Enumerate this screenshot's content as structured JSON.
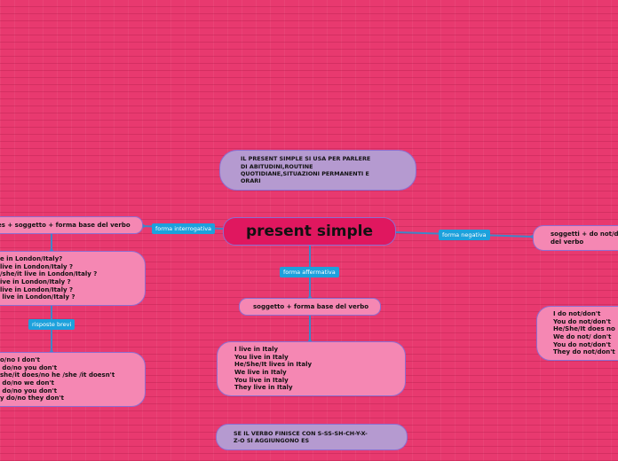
{
  "root": {
    "title": "present simple"
  },
  "info": {
    "text": "IL PRESENT SIMPLE SI USA PER PARLERE\nDI ABITUDINI,ROUTINE\nQUOTIDIANE,SITUAZIONI PERMANENTI E\nORARI"
  },
  "labels": {
    "interrogativa": "forma interrogativa",
    "affermativa": "forma affermativa",
    "negativa": "forma negativa",
    "risposte": "risposte brevi"
  },
  "affermativa": {
    "rule": "soggetto + forma base del verbo",
    "examples": "I live in Italy\nYou live in Italy\nHe/She/It lives in Italy\nWe live in Italy\nYou live in Italy\nThey live in Italy"
  },
  "interrogativa": {
    "rule": "es + soggetto + forma base del verbo",
    "examples": "e in London/Italy?\nlive in London/Italy ?\n/she/it live in London/Italy ?\nive in London/Italy ?\nlive in London/Italy ?\n live in London/Italy ?"
  },
  "risposte": {
    "examples": "o/no I don't\n do/no you don't\nshe/it does/no he /she /it doesn't\n do/no we don't\n do/no you don't\ny do/no they don't"
  },
  "negativa": {
    "rule": "soggetti + do not/d\ndel verbo",
    "examples": "I do not/don't\nYou do not/don't\nHe/She/It does no\nWe do not/ don't\nYou do not/don't\nThey do not/don't"
  },
  "note": {
    "text": "SE IL VERBO FINISCE CON S-SS-SH-CH-Y-X-\nZ-O SI AGGIUNGONO ES"
  }
}
